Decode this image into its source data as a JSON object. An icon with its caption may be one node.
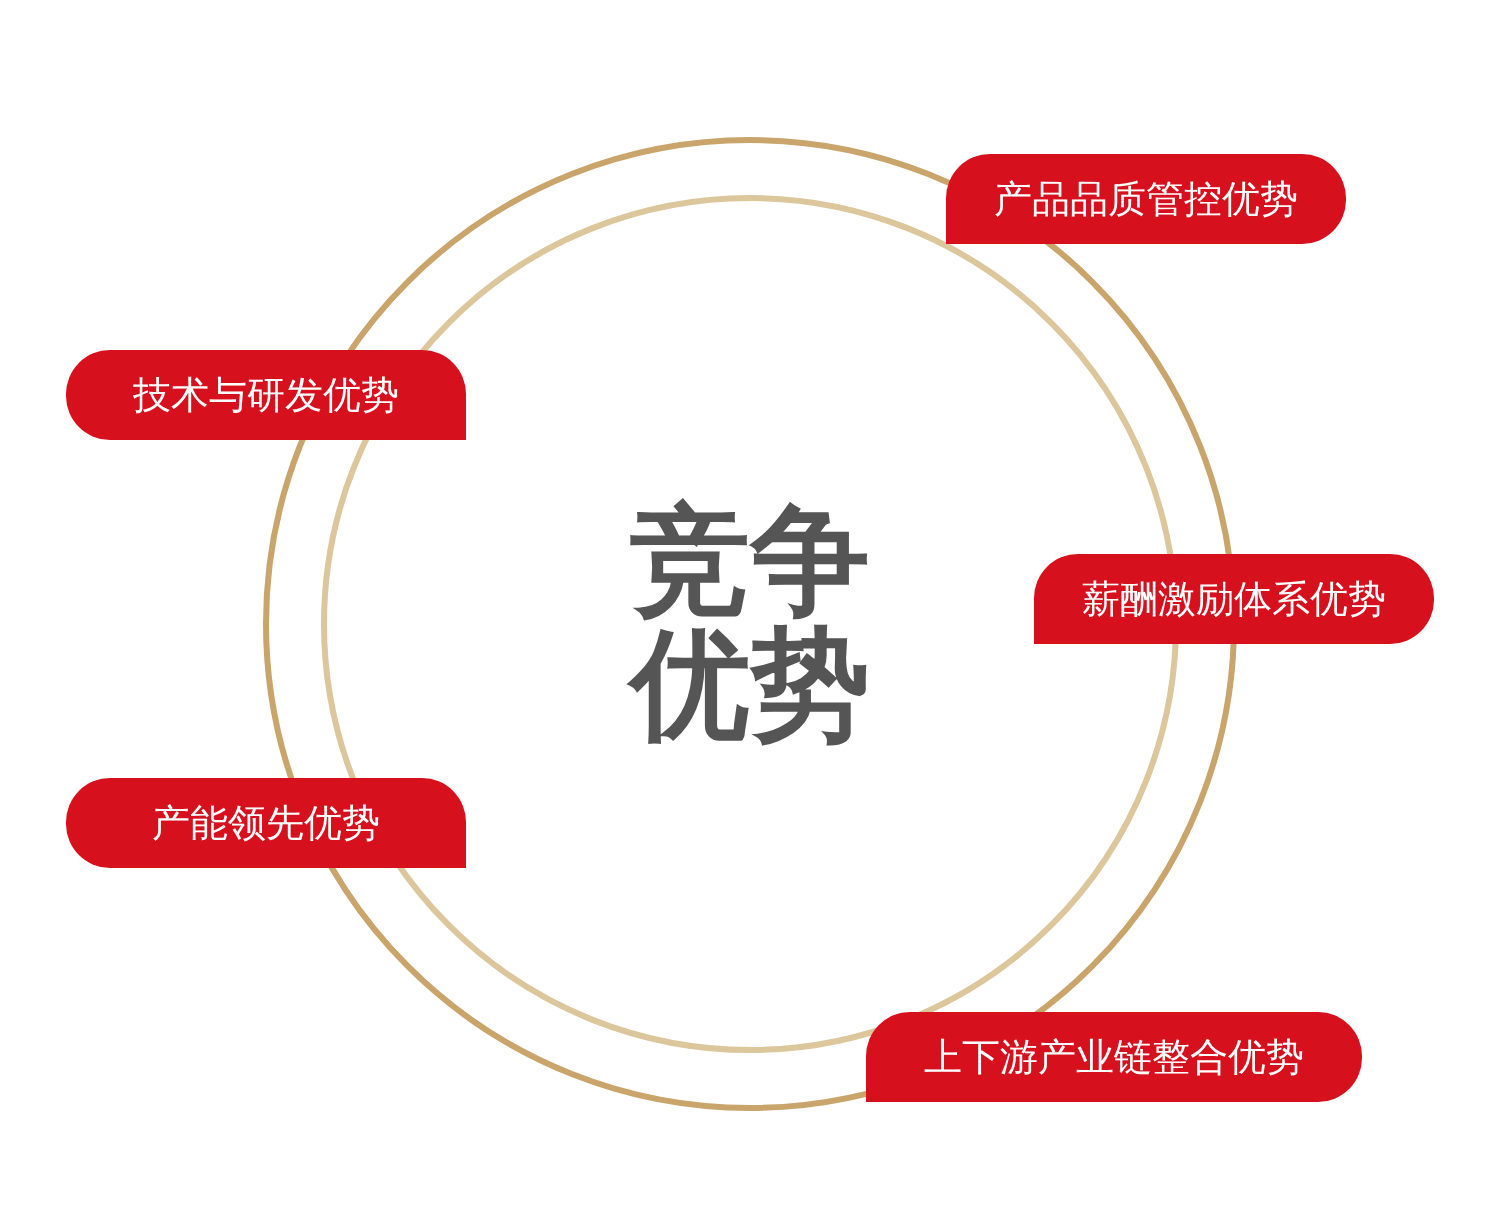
{
  "diagram": {
    "nodes": [
      {
        "text": [
          "竞争优势"
        ]
      },
      {
        "text": [
          "产品品质管控优势"
        ]
      },
      {
        "text": [
          "技术与研发优势"
        ]
      },
      {
        "text": [
          "薪酬激励体系优势"
        ]
      },
      {
        "text": [
          "产能领先优势"
        ]
      },
      {
        "text": [
          "上下游产业链整合优势"
        ]
      }
    ],
    "edges": []
  }
}
